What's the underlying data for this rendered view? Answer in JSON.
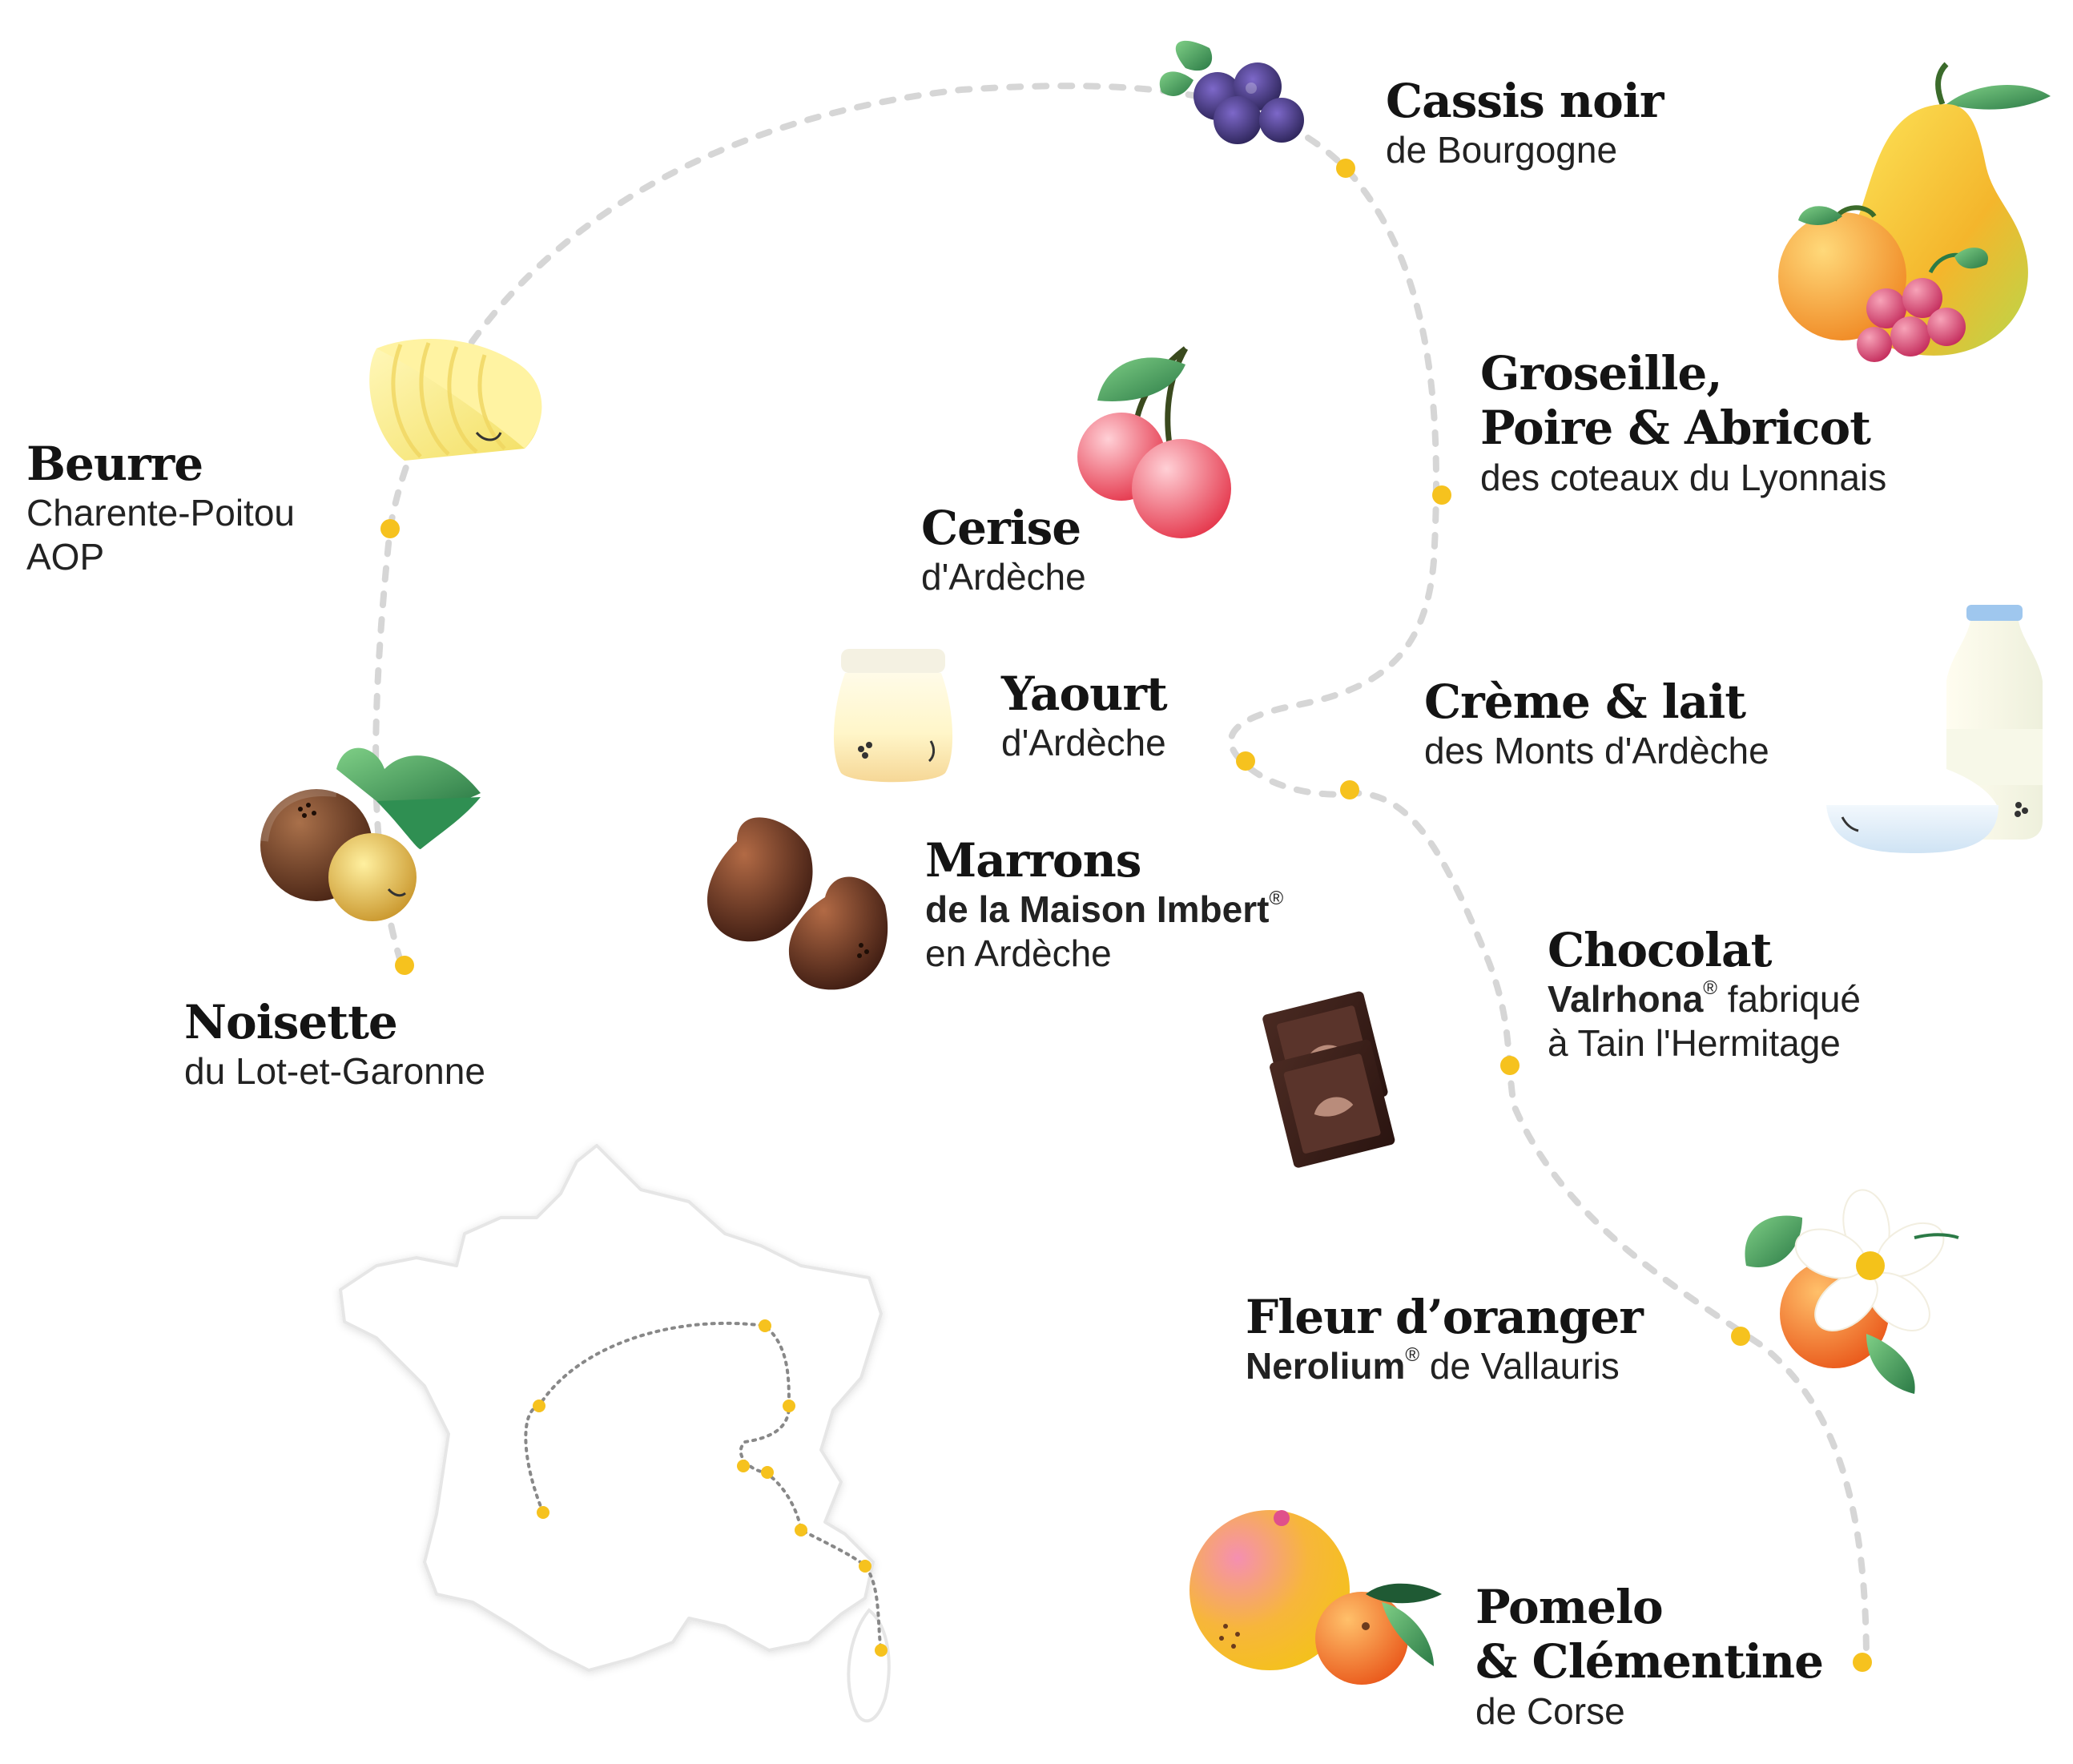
{
  "palette": {
    "path": "#d6d6d6",
    "marker": "#f6c21e",
    "map_fill": "#ffffff",
    "map_stroke": "#e6e6e6",
    "map_route": "#888888"
  },
  "items": {
    "cassis": {
      "title": "Cassis noir",
      "sub": "de Bourgogne",
      "icon": "blackcurrant-icon"
    },
    "groseille": {
      "title1": "Groseille,",
      "title2": "Poire & Abricot",
      "sub": "des coteaux du Lyonnais",
      "icon": "pear-apricot-redcurrant-icon"
    },
    "beurre": {
      "title": "Beurre",
      "sub1": "Charente-Poitou",
      "sub2": "AOP",
      "icon": "butter-icon"
    },
    "cerise": {
      "title": "Cerise",
      "sub": "d'Ardèche",
      "icon": "cherry-icon"
    },
    "yaourt": {
      "title": "Yaourt",
      "sub": "d'Ardèche",
      "icon": "yogurt-jar-icon"
    },
    "creme": {
      "title": "Crème & lait",
      "sub": "des Monts d'Ardèche",
      "icon": "milk-cream-icon"
    },
    "noisette": {
      "title": "Noisette",
      "sub": "du Lot-et-Garonne",
      "icon": "hazelnut-icon"
    },
    "marrons": {
      "title": "Marrons",
      "sub_bold": "de la Maison Imbert",
      "reg": "®",
      "sub2": "en Ardèche",
      "icon": "chestnut-icon"
    },
    "chocolat": {
      "title": "Chocolat",
      "brand": "Valrhona",
      "reg": "®",
      "sub_rest": " fabriqué",
      "sub2": "à Tain l'Hermitage",
      "icon": "chocolate-squares-icon"
    },
    "fleur": {
      "title": "Fleur d’oranger",
      "brand": "Nerolium",
      "reg": "®",
      "sub_rest": " de Vallauris",
      "icon": "orange-blossom-icon"
    },
    "pomelo": {
      "title1": "Pomelo",
      "title2": "& Clémentine",
      "sub": "de Corse",
      "icon": "pomelo-clementine-icon"
    }
  },
  "map": {
    "icon": "france-map-icon"
  }
}
